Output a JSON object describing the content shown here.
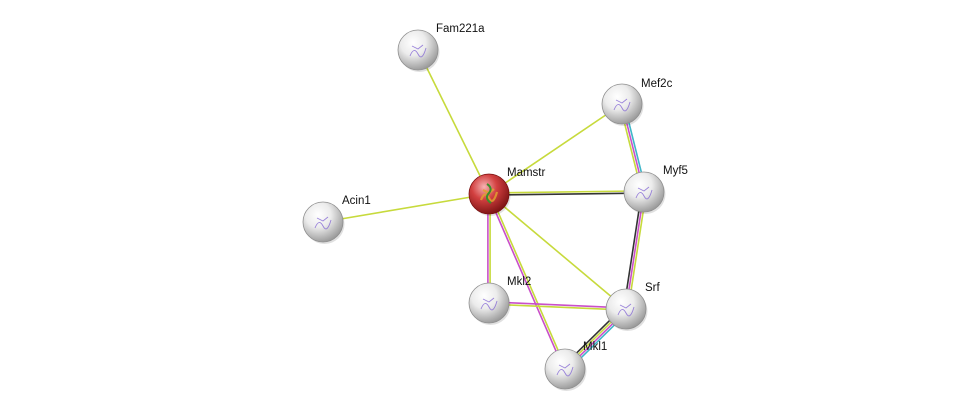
{
  "network": {
    "query_protein": "Mamstr",
    "nodes": [
      {
        "id": "Mamstr",
        "label": "Mamstr",
        "type": "query",
        "color": "#c0272d"
      },
      {
        "id": "Fam221a",
        "label": "Fam221a",
        "type": "partner",
        "color": "#d9d9d9"
      },
      {
        "id": "Mef2c",
        "label": "Mef2c",
        "type": "partner",
        "color": "#d9d9d9"
      },
      {
        "id": "Myf5",
        "label": "Myf5",
        "type": "partner",
        "color": "#d9d9d9"
      },
      {
        "id": "Acin1",
        "label": "Acin1",
        "type": "partner",
        "color": "#d9d9d9"
      },
      {
        "id": "Mkl2",
        "label": "Mkl2",
        "type": "partner",
        "color": "#d9d9d9"
      },
      {
        "id": "Srf",
        "label": "Srf",
        "type": "partner",
        "color": "#d9d9d9"
      },
      {
        "id": "Mkl1",
        "label": "Mkl1",
        "type": "partner",
        "color": "#d9d9d9"
      }
    ],
    "edges": [
      {
        "source": "Mamstr",
        "target": "Fam221a",
        "evidence": [
          "textmining"
        ]
      },
      {
        "source": "Mamstr",
        "target": "Acin1",
        "evidence": [
          "textmining"
        ]
      },
      {
        "source": "Mamstr",
        "target": "Mef2c",
        "evidence": [
          "textmining"
        ]
      },
      {
        "source": "Mamstr",
        "target": "Myf5",
        "evidence": [
          "textmining",
          "coexpression"
        ]
      },
      {
        "source": "Mamstr",
        "target": "Mkl2",
        "evidence": [
          "textmining",
          "experiments"
        ]
      },
      {
        "source": "Mamstr",
        "target": "Mkl1",
        "evidence": [
          "textmining",
          "experiments"
        ]
      },
      {
        "source": "Mamstr",
        "target": "Srf",
        "evidence": [
          "textmining"
        ]
      },
      {
        "source": "Mef2c",
        "target": "Myf5",
        "evidence": [
          "databases",
          "experiments",
          "textmining"
        ]
      },
      {
        "source": "Myf5",
        "target": "Srf",
        "evidence": [
          "textmining",
          "experiments",
          "coexpression"
        ]
      },
      {
        "source": "Mkl2",
        "target": "Srf",
        "evidence": [
          "experiments",
          "textmining"
        ]
      },
      {
        "source": "Srf",
        "target": "Mkl1",
        "evidence": [
          "databases",
          "experiments",
          "textmining",
          "coexpression"
        ]
      }
    ],
    "evidence_colors": {
      "textmining": "#c7da3c",
      "experiments": "#c94fc9",
      "databases": "#3fb6c8",
      "coexpression": "#333333"
    }
  }
}
